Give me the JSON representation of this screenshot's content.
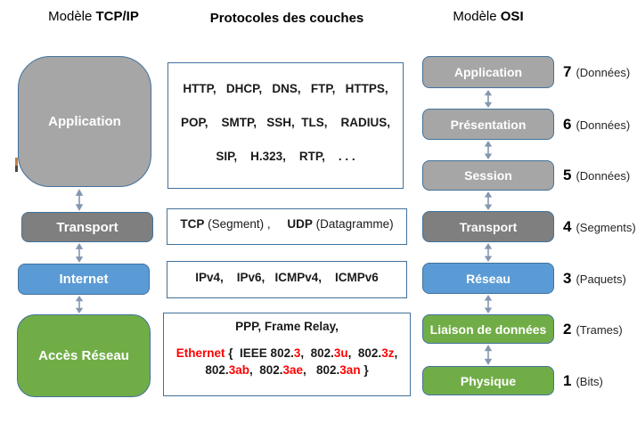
{
  "tcp_model": {
    "title_prefix": "Modèle ",
    "title_bold": "TCP/IP",
    "layers": [
      {
        "label": "Application",
        "color": "#a6a6a6"
      },
      {
        "label": "Transport",
        "color": "#7f7f7f"
      },
      {
        "label": "Internet",
        "color": "#5b9bd5"
      },
      {
        "label": "Accès Réseau",
        "color": "#70ad47"
      }
    ]
  },
  "protocols": {
    "title": "Protocoles des couches",
    "application_box": {
      "line1": "HTTP,   DHCP,   DNS,   FTP,   HTTPS,",
      "line2": "POP,    SMTP,   SSH,  TLS,    RADIUS,",
      "line3": "SIP,    H.323,    RTP,    . . ."
    },
    "transport_box": {
      "tcp": "TCP",
      "tcp_note": " (Segment) ,     ",
      "udp": "UDP",
      "udp_note": " (Datagramme)"
    },
    "internet_box": {
      "line": "IPv4,    IPv6,   ICMPv4,    ICMPv6"
    },
    "access_box": {
      "line1": "PPP, Frame Relay,",
      "line2": {
        "r1": "Ethernet",
        "r2": " {  ",
        "r3": "IEEE 802.",
        "r4": "3",
        "r5": ",  802.",
        "r6": "3u",
        "r7": ",  802.",
        "r8": "3z",
        "r9": ","
      },
      "line3": {
        "r1": "802.",
        "r2": "3ab",
        "r3": ",  802.",
        "r4": "3ae",
        "r5": ",   802.",
        "r6": "3an",
        "r7": " }"
      }
    }
  },
  "osi_model": {
    "title_prefix": "Modèle ",
    "title_bold": "OSI",
    "layers": [
      {
        "label": "Application",
        "number": "7",
        "unit": "(Données)",
        "color": "#a6a6a6"
      },
      {
        "label": "Présentation",
        "number": "6",
        "unit": "(Données)",
        "color": "#a6a6a6"
      },
      {
        "label": "Session",
        "number": "5",
        "unit": "(Données)",
        "color": "#a6a6a6"
      },
      {
        "label": "Transport",
        "number": "4",
        "unit": "(Segments)",
        "color": "#7f7f7f"
      },
      {
        "label": "Réseau",
        "number": "3",
        "unit": "(Paquets)",
        "color": "#5b9bd5"
      },
      {
        "label": "Liaison de données",
        "number": "2",
        "unit": "(Trames)",
        "color": "#70ad47"
      },
      {
        "label": "Physique",
        "number": "1",
        "unit": "(Bits)",
        "color": "#70ad47"
      }
    ]
  },
  "colors": {
    "light_gray": "#a6a6a6",
    "dark_gray": "#7f7f7f",
    "blue": "#5b9bd5",
    "green": "#70ad47",
    "box_border": "#41719c",
    "arrow": "#8497b0",
    "red_text": "#ff0000"
  }
}
